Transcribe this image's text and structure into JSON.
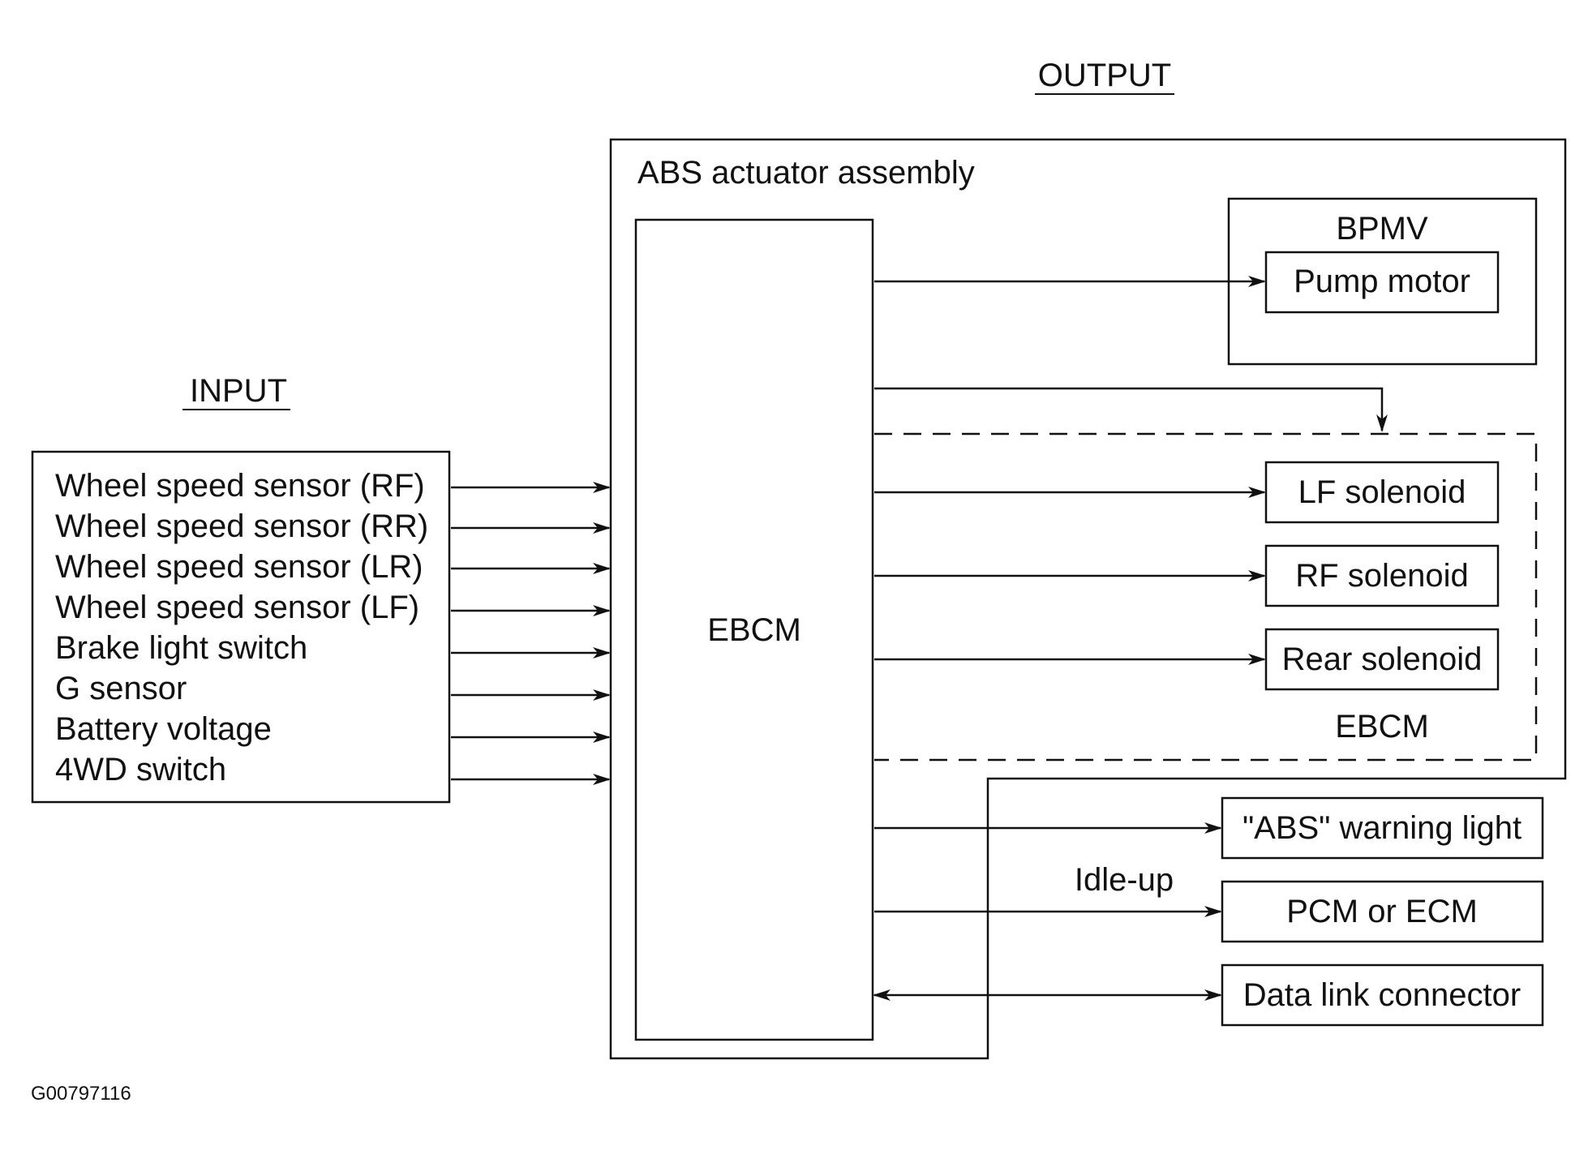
{
  "headers": {
    "input": "INPUT",
    "output": "OUTPUT"
  },
  "inputs": [
    "Wheel speed sensor (RF)",
    "Wheel speed sensor (RR)",
    "Wheel speed sensor (LR)",
    "Wheel speed sensor (LF)",
    "Brake light switch",
    "G sensor",
    "Battery voltage",
    "4WD switch"
  ],
  "actuator": {
    "title": "ABS actuator assembly",
    "controller": "EBCM",
    "bpmv_title": "BPMV",
    "pump": "Pump motor",
    "solenoids": [
      "LF solenoid",
      "RF solenoid",
      "Rear solenoid"
    ],
    "solenoid_group_label": "EBCM"
  },
  "outputs": [
    {
      "label": "\"ABS\" warning light",
      "connection": ""
    },
    {
      "label": "PCM or ECM",
      "connection": "Idle-up"
    },
    {
      "label": "Data link connector",
      "connection": ""
    }
  ],
  "figure_id": "G00797116",
  "colors": {
    "line": "#111111",
    "background": "#ffffff"
  }
}
